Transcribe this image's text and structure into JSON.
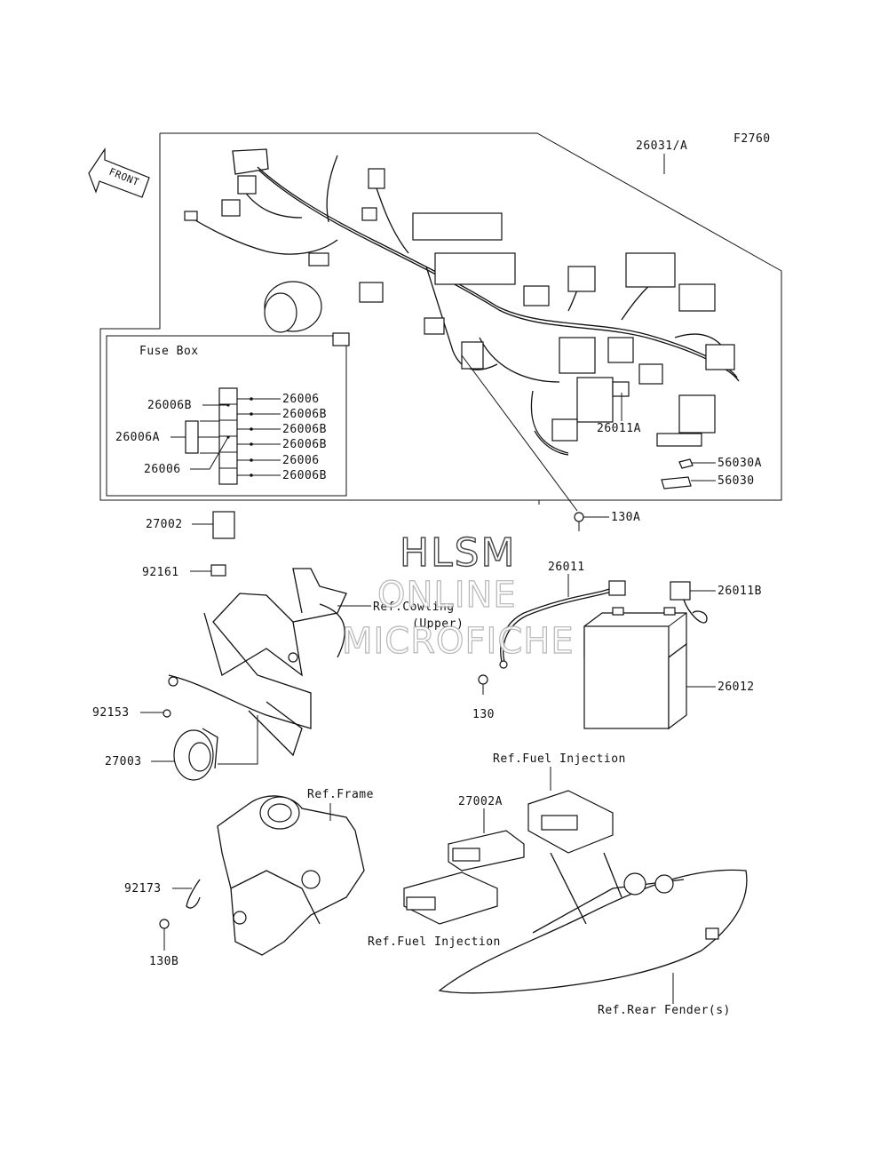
{
  "diagram_code": "F2760",
  "front_arrow": "FRONT",
  "fuse_box": {
    "title": "Fuse Box",
    "left_labels": [
      "26006B",
      "26006A",
      "26006"
    ],
    "right_labels": [
      "26006",
      "26006B",
      "26006B",
      "26006B",
      "26006",
      "26006B"
    ]
  },
  "parts": {
    "p26031A": "26031/A",
    "p26011A": "26011A",
    "p56030A": "56030A",
    "p56030": "56030",
    "p130A": "130A",
    "p27002": "27002",
    "p92161": "92161",
    "p26011": "26011",
    "p26011B": "26011B",
    "p26012": "26012",
    "p92153": "92153",
    "p130": "130",
    "p27003": "27003",
    "p27002A": "27002A",
    "p92173": "92173",
    "p130B": "130B"
  },
  "refs": {
    "cowling_1": "Ref.Cowling",
    "cowling_2": "(Upper)",
    "fuel_injection_top": "Ref.Fuel Injection",
    "frame": "Ref.Frame",
    "fuel_injection_bottom": "Ref.Fuel Injection",
    "rear_fender": "Ref.Rear Fender(s)"
  },
  "watermark": {
    "line1": "HLSM",
    "line2": "ONLINE",
    "line3": "MICROFICHE"
  }
}
